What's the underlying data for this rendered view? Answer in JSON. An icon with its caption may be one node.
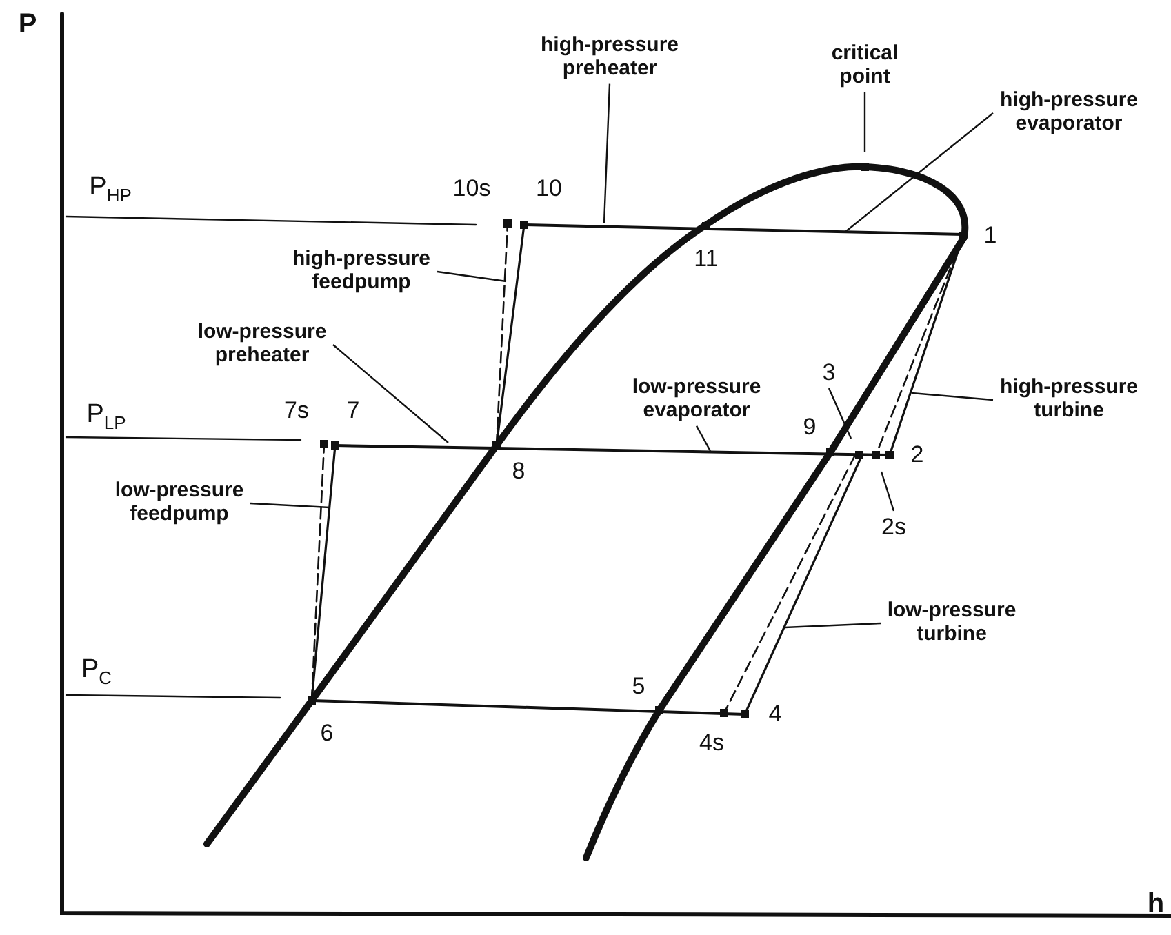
{
  "diagram": {
    "nodes": [
      {
        "text": [
          "high-pressure preheater"
        ]
      },
      {
        "text": [
          "critical point"
        ]
      },
      {
        "text": [
          "high-pressure evaporator"
        ]
      },
      {
        "text": [
          "high-pressure feedpump"
        ]
      },
      {
        "text": [
          "low-pressure preheater"
        ]
      },
      {
        "text": [
          "low-pressure evaporator"
        ]
      },
      {
        "text": [
          "3"
        ]
      },
      {
        "text": [
          "high-pressure turbine"
        ]
      },
      {
        "text": [
          "2s"
        ]
      },
      {
        "text": [
          "low-pressure feedpump"
        ]
      },
      {
        "text": [
          "low-pressure turbine"
        ]
      }
    ],
    "edges": [
      {
        "from": 0,
        "to": null,
        "arrow": "none"
      },
      {
        "from": 1,
        "to": null,
        "arrow": "none"
      },
      {
        "from": 2,
        "to": null,
        "arrow": "none"
      },
      {
        "from": 3,
        "to": null,
        "arrow": "none"
      },
      {
        "from": 4,
        "to": null,
        "arrow": "none"
      },
      {
        "from": 5,
        "to": null,
        "arrow": "none"
      },
      {
        "from": 6,
        "to": null,
        "arrow": "none"
      },
      {
        "from": 7,
        "to": null,
        "arrow": "none"
      },
      {
        "from": 8,
        "to": null,
        "arrow": "none"
      },
      {
        "from": 9,
        "to": null,
        "arrow": "none"
      },
      {
        "from": 10,
        "to": null,
        "arrow": "none"
      }
    ],
    "labels": [
      "P",
      "P$_{HP}$",
      "10s",
      "10",
      "1",
      "11",
      "P$_{LP}$",
      "7s",
      "7",
      "9",
      "2",
      "8",
      "P$_{C}$",
      "5",
      "4",
      "6",
      "4s",
      "h"
    ]
  }
}
